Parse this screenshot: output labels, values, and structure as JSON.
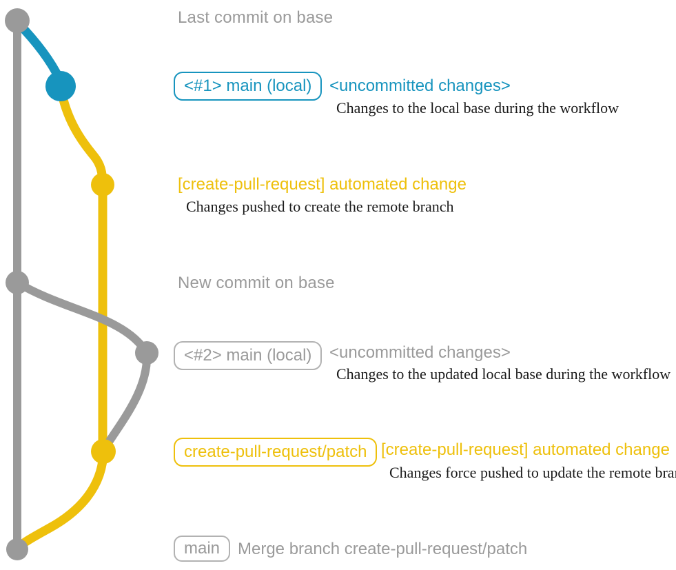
{
  "colors": {
    "gray": "#9a9a9a",
    "gray_border": "#b2b2b2",
    "blue": "#1794be",
    "yellow": "#eec00c",
    "desc_text": "#1a1a1a"
  },
  "rows": {
    "last_commit": {
      "heading": "Last commit on base"
    },
    "local_main_1": {
      "badge": "<#1> main (local)",
      "title": "<uncommitted changes>",
      "desc": "Changes to the local base during the workflow"
    },
    "automated_1": {
      "title": "[create-pull-request] automated change",
      "desc": "Changes pushed to create the remote branch"
    },
    "new_commit": {
      "heading": "New commit on base"
    },
    "local_main_2": {
      "badge": "<#2> main (local)",
      "title": "<uncommitted changes>",
      "desc": "Changes to the updated local base during the workflow"
    },
    "automated_2": {
      "badge": "create-pull-request/patch",
      "title": "[create-pull-request] automated change",
      "desc": "Changes force pushed to update the remote branch"
    },
    "merge": {
      "badge": "main",
      "title": "Merge branch create-pull-request/patch"
    }
  }
}
